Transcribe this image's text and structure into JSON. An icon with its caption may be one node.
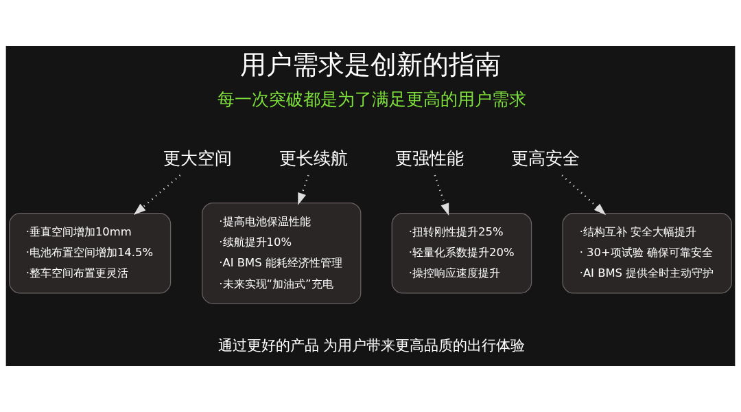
{
  "diagram": {
    "title": "用户需求是创新的指南",
    "nodes": [
      {
        "text": [
          "更大空间"
        ]
      },
      {
        "text": [
          "更长续航"
        ]
      },
      {
        "text": [
          "更强性能"
        ]
      },
      {
        "text": [
          "更高安全"
        ]
      },
      {
        "text": [
          "·垂直空间增加10mm",
          "·电池布置空间增加14.5%",
          "·整车空间布置更灵活"
        ]
      },
      {
        "text": [
          "·提高电池保温性能",
          "·续航提升10%",
          "·AI BMS 能耗经济性管理",
          "·未来实现“加油式”充电"
        ]
      },
      {
        "text": [
          "·扭转刚性提升25%",
          "·轻量化系数提升20%",
          "·操控响应速度提升"
        ]
      },
      {
        "text": [
          "·结构互补 安全大幅提升",
          "· 30+项试验 确保可靠安全",
          "·AI BMS 提供全时主动守护"
        ]
      }
    ],
    "edges": [
      {
        "from": 0,
        "to": 4,
        "arrow": "to",
        "style": "dashed"
      },
      {
        "from": 1,
        "to": 5,
        "arrow": "to",
        "style": "dashed"
      },
      {
        "from": 2,
        "to": 6,
        "arrow": "to",
        "style": "dashed"
      },
      {
        "from": 3,
        "to": 7,
        "arrow": "to",
        "style": "dashed"
      }
    ],
    "labels": [
      "每一次突破都是为了满足更高的用户需求",
      "通过更好的产品 为用户带来更高品质的出行体验"
    ]
  }
}
